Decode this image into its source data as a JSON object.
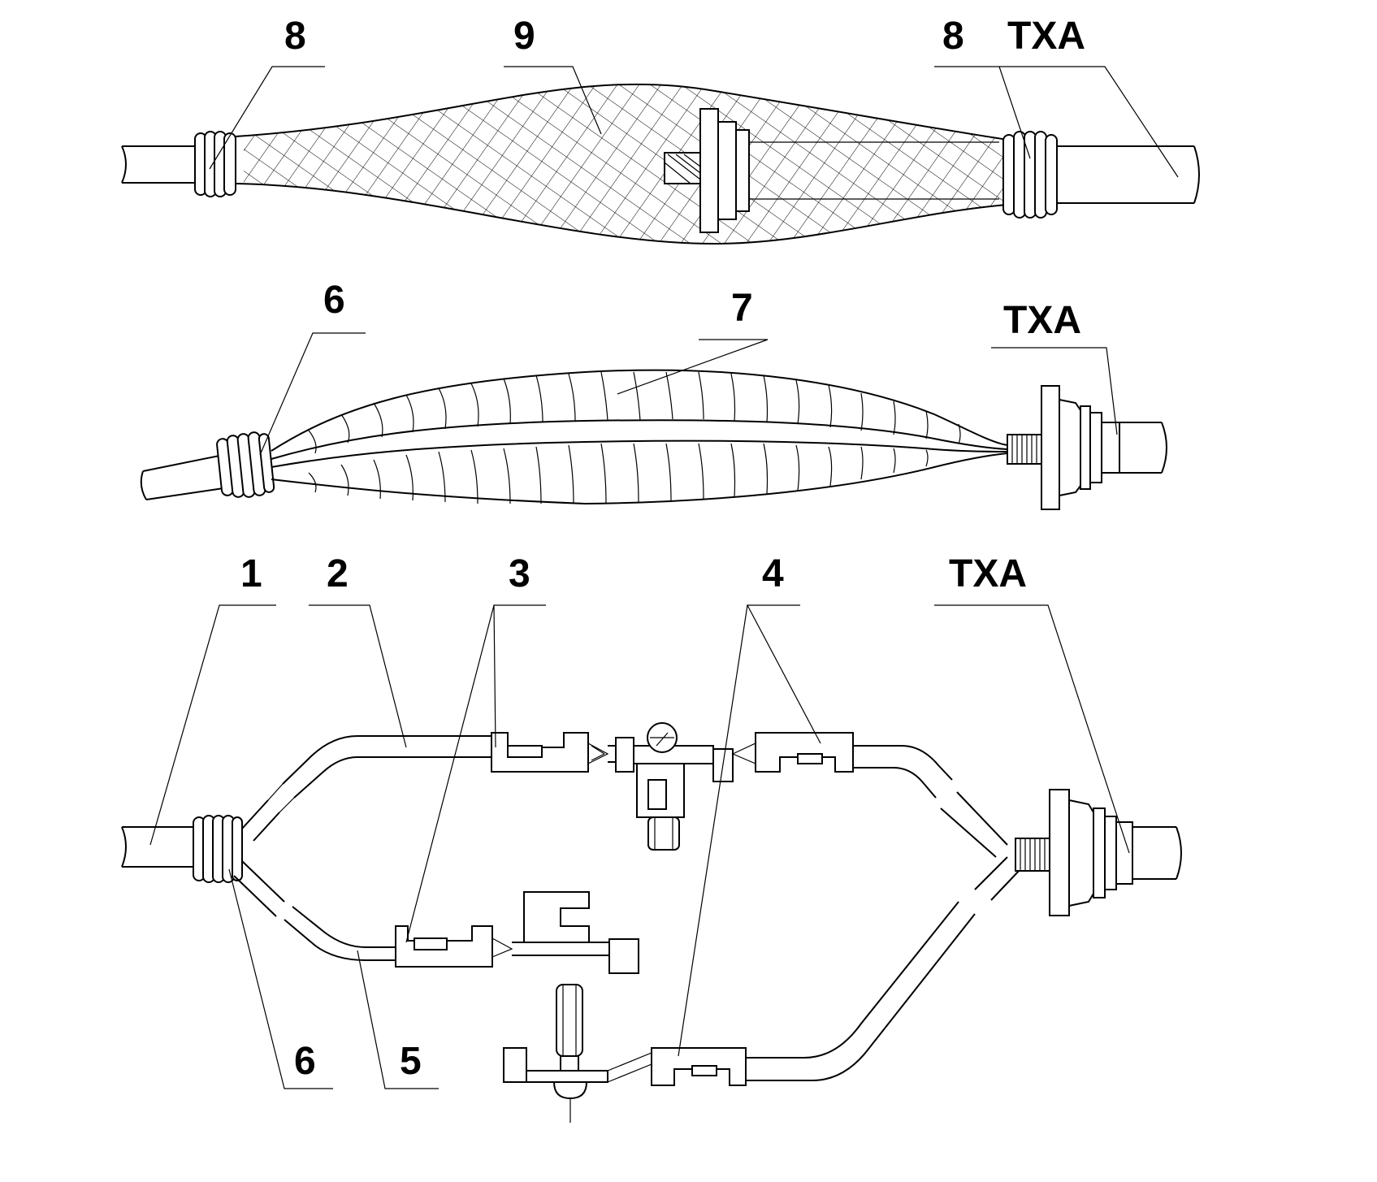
{
  "labels": {
    "top": {
      "left_tie": "8",
      "mesh": "9",
      "right_tie": "8",
      "txa": "TXA"
    },
    "middle": {
      "tie": "6",
      "tape": "7",
      "txa": "TXA"
    },
    "bottom": {
      "conductor": "1",
      "wire_top": "2",
      "sleeve_3": "3",
      "sleeve_4": "4",
      "txa": "TXA",
      "tie": "6",
      "wire_bottom": "5"
    }
  }
}
